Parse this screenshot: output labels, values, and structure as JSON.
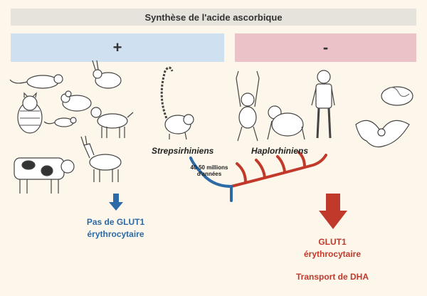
{
  "title": "Synthèse de l'acide ascorbique",
  "plus_label": "+",
  "minus_label": "-",
  "strepsirhiniens": "Strepsirhiniens",
  "haplorhiniens": "Haplorhiniens",
  "mya_line1": "40-50 millions",
  "mya_line2": "d'années",
  "left_result": {
    "line1": "Pas de GLUT1",
    "line2": "érythrocytaire"
  },
  "right_result": {
    "line1": "GLUT1",
    "line2": "érythrocytaire",
    "line3": "Transport de DHA"
  },
  "colors": {
    "blue": "#2c6aa8",
    "red": "#c0392b",
    "plus_bg": "#cfe1f0",
    "minus_bg": "#ebc2c8"
  },
  "animals_left": [
    "rat-icon",
    "rabbit-icon",
    "cat-icon",
    "chinchilla-icon",
    "mouse-icon",
    "dog-icon",
    "cow-icon",
    "donkey-icon"
  ],
  "animals_right": [
    "lemur-icon",
    "gibbon-icon",
    "orangutan-icon",
    "human-icon",
    "guinea-pig-icon",
    "bat-icon"
  ]
}
